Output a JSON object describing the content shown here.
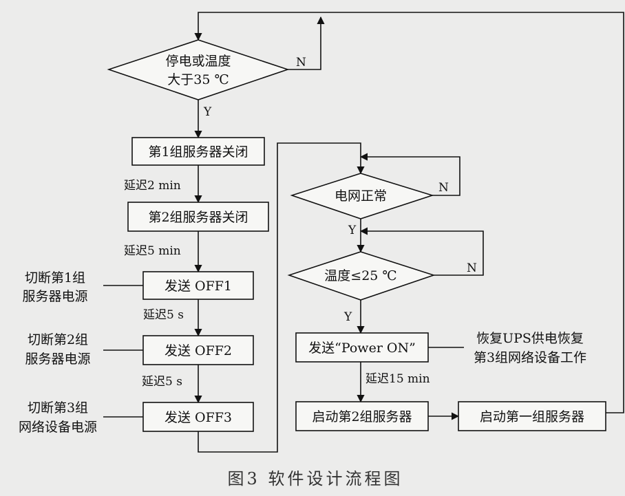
{
  "diamond1": {
    "line1": "停电或温度",
    "line2": "大于35 ℃"
  },
  "yes_label": "Y",
  "no_label": "N",
  "box_group1_off": "第1组服务器关闭",
  "delay_2min": "延迟2 min",
  "box_group2_off": "第2组服务器关闭",
  "delay_5min": "延迟5 min",
  "side_cut1": {
    "line1": "切断第1组",
    "line2": "服务器电源"
  },
  "box_off1": "发送 OFF1",
  "delay_5s_a": "延迟5 s",
  "side_cut2": {
    "line1": "切断第2组",
    "line2": "服务器电源"
  },
  "box_off2": "发送 OFF2",
  "delay_5s_b": "延迟5 s",
  "side_cut3": {
    "line1": "切断第3组",
    "line2": "网络设备电源"
  },
  "box_off3": "发送 OFF3",
  "diamond_grid": "电网正常",
  "diamond_temp": "温度≤25 ℃",
  "box_power_on": "发送“Power ON”",
  "side_restore": {
    "line1": "恢复UPS供电恢复",
    "line2": "第3组网络设备工作"
  },
  "delay_15min": "延迟15 min",
  "box_start2": "启动第2组服务器",
  "box_start1": "启动第一组服务器",
  "caption": "图3 软件设计流程图"
}
